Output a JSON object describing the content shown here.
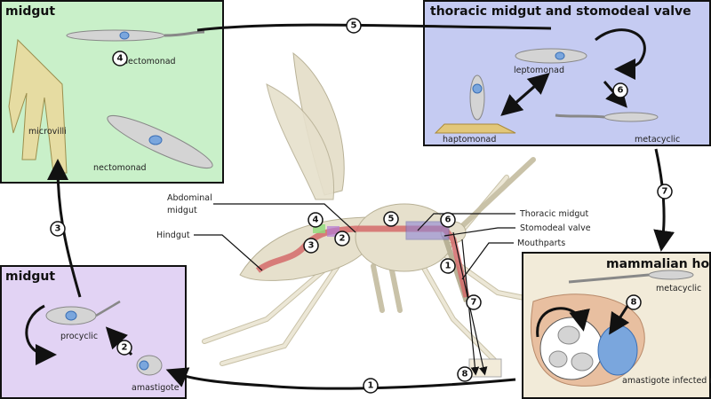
{
  "panels": {
    "midgut_top": {
      "title": "midgut",
      "labels": [
        "nectomonad",
        "microvilli",
        "nectomonad"
      ],
      "color": "#c9f0c9"
    },
    "thoracic": {
      "title": "thoracic midgut and stomodeal valve",
      "labels": [
        "leptomonad",
        "haptomonad",
        "metacyclic"
      ],
      "color": "#c5cbf2"
    },
    "midgut_bottom": {
      "title": "midgut",
      "labels": [
        "procyclic",
        "amastigote"
      ],
      "color": "#e2d3f4"
    },
    "mammalian": {
      "title": "mammalian host",
      "labels": [
        "metacyclic",
        "amastigote infected macrophage"
      ],
      "color": "#f2ebd9"
    }
  },
  "anatomy_labels": {
    "abdominal": "Abdominal midgut",
    "abdominal_l1": "Abdominal",
    "abdominal_l2": "midgut",
    "hindgut": "Hindgut",
    "thoracic": "Thoracic midgut",
    "stomodeal": "Stomodeal valve",
    "mouthparts": "Mouthparts"
  },
  "steps": [
    "1",
    "2",
    "3",
    "4",
    "5",
    "6",
    "7",
    "8"
  ]
}
